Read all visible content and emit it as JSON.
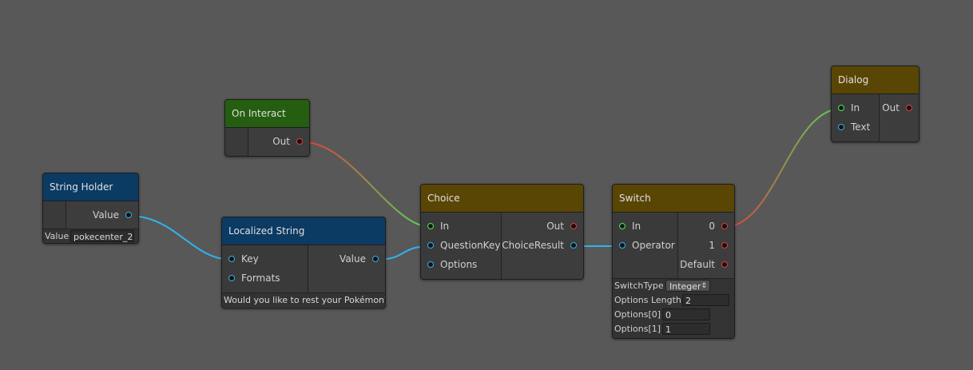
{
  "colors": {
    "canvas": "#585858",
    "header_blue": "#0b3a63",
    "header_green": "#255e10",
    "header_olive": "#594604",
    "port_exec_in": "#4fdc5c",
    "port_exec_out": "#e63a3a",
    "port_data": "#2fb4ee"
  },
  "nodes": {
    "string_holder": {
      "title": "String Holder",
      "out_value": "Value",
      "field_label": "Value",
      "field_value": "pokecenter_2"
    },
    "on_interact": {
      "title": "On Interact",
      "out": "Out"
    },
    "localized_string": {
      "title": "Localized String",
      "in_key": "Key",
      "in_formats": "Formats",
      "out_value": "Value",
      "text": "Would you like to rest your Pokémon?"
    },
    "choice": {
      "title": "Choice",
      "in": "In",
      "in_question_key": "QuestionKey",
      "in_options": "Options",
      "out": "Out",
      "out_choice_result": "ChoiceResult"
    },
    "switch": {
      "title": "Switch",
      "in": "In",
      "in_operator": "Operator",
      "out_0": "0",
      "out_1": "1",
      "out_default": "Default",
      "switch_type_label": "SwitchType",
      "switch_type_value": "Integer",
      "switch_type_arrow": "⇕",
      "options_length_label": "Options Length",
      "options_length_value": "2",
      "option0_label": "Options[0]",
      "option0_value": "0",
      "option1_label": "Options[1]",
      "option1_value": "1"
    },
    "dialog": {
      "title": "Dialog",
      "in": "In",
      "in_text": "Text",
      "out": "Out"
    }
  }
}
